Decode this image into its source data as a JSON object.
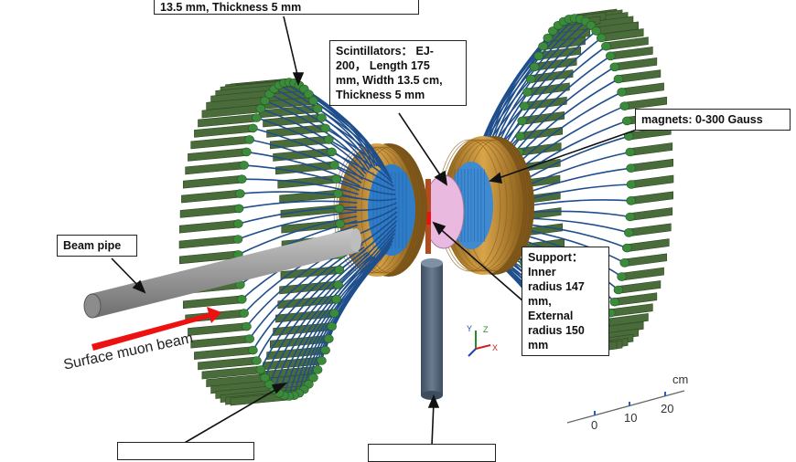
{
  "labels": {
    "top_partial": "13.5 mm, Thickness 5 mm",
    "scintillators": [
      "Scintillators： EJ-",
      "200， Length 175",
      "mm, Width 13.5 cm,",
      "Thickness 5 mm"
    ],
    "magnets": "magnets: 0-300 Gauss",
    "beam_pipe": "Beam pipe",
    "support": [
      "Support：",
      "Inner",
      "radius 147",
      "mm,",
      "External",
      "radius 150",
      "mm"
    ],
    "beam": "Surface muon beam"
  },
  "axes_triad": {
    "x": "X",
    "y": "Y",
    "z": "Z"
  },
  "scale_bar": {
    "unit": "cm",
    "ticks": [
      "0",
      "10",
      "20"
    ]
  },
  "colors": {
    "green": "#4a6b3a",
    "blue": "#1f4e8c",
    "copper": "#b8862e",
    "pipe": "#9a9a9a",
    "support_post": "#56677a",
    "target": "#e9b9df",
    "red_arrow": "#ee1111"
  }
}
